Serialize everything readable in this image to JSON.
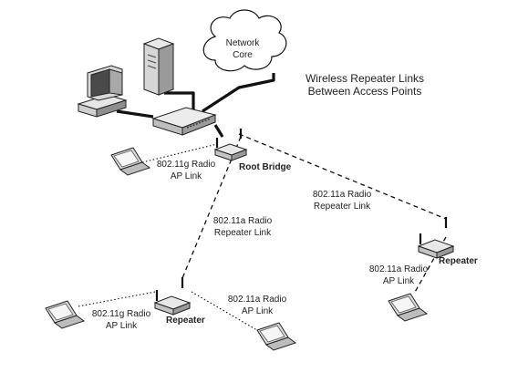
{
  "diagram": {
    "title_lines": [
      "Wireless Repeater Links",
      "Between Access Points"
    ],
    "cloud_lines": [
      "Network",
      "Core"
    ],
    "root_bridge_label": "Root Bridge",
    "repeater_right_label": "Repeater",
    "repeater_left_label": "Repeater",
    "link_top_left_lines": [
      "802.11g Radio",
      "AP Link"
    ],
    "link_vertical_lines": [
      "802.11a Radio",
      "Repeater Link"
    ],
    "link_diagonal_lines": [
      "802.11a Radio",
      "Repeater Link"
    ],
    "link_right_ap_lines": [
      "802.11a Radio",
      "AP Link"
    ],
    "link_bottom_left_lines": [
      "802.11g Radio",
      "AP Link"
    ],
    "link_bottom_mid_lines": [
      "802.11a Radio",
      "AP Link"
    ]
  }
}
